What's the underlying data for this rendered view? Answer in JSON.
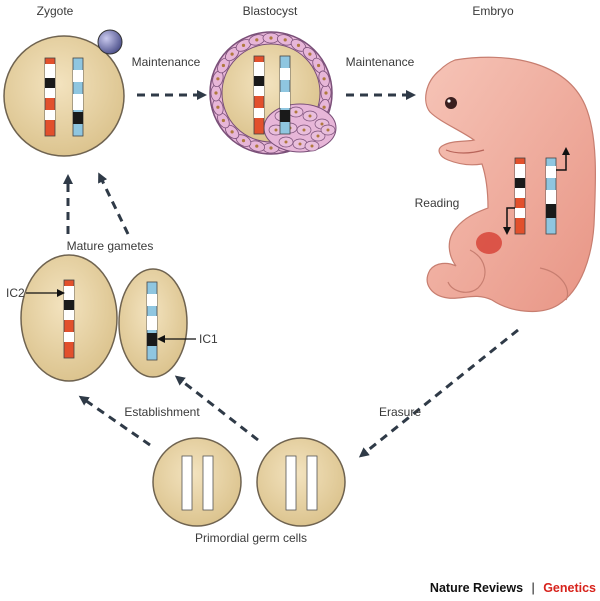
{
  "labels": {
    "zygote": "Zygote",
    "blastocyst": "Blastocyst",
    "embryo": "Embryo",
    "maintenance_1": "Maintenance",
    "maintenance_2": "Maintenance",
    "reading": "Reading",
    "mature_gametes": "Mature gametes",
    "ic2": "IC2",
    "ic1": "IC1",
    "establishment": "Establishment",
    "erasure": "Erasure",
    "primordial_germ_cells": "Primordial germ cells"
  },
  "footer": {
    "journal": "Nature Reviews",
    "separator": "|",
    "section": "Genetics"
  },
  "colors": {
    "cell_fill": "#e8d3a3",
    "cell_stroke": "#6f6350",
    "maternal_red": "#e2502c",
    "paternal_blue": "#8fc6e0",
    "imprint_black": "#1a1a1a",
    "arrow": "#2f3a47",
    "brand_red": "#d7231c",
    "embryo_skin": "#f2b2a2"
  }
}
